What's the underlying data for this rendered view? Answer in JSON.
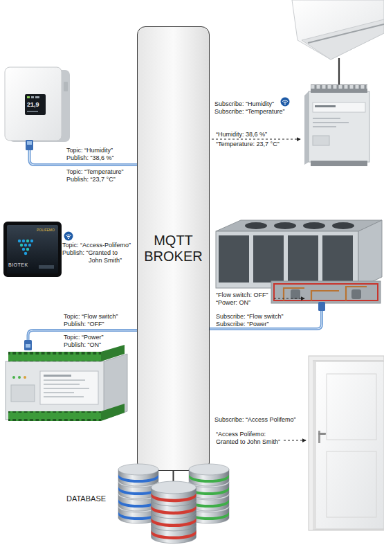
{
  "diagram": {
    "nodes": [
      {
        "text": [
          "MQTT BROKER"
        ]
      },
      {
        "text": [
          "DATABASE"
        ]
      }
    ],
    "edges": [
      {
        "from": 0,
        "to": 1,
        "arrow": "none"
      }
    ],
    "labels": [
      "21,9",
      "Topic: “Humidity”",
      "Publish: “38,6 %”",
      "Topic: “Temperature”",
      "Publish: “23,7 °C”",
      "POLIFEMO",
      "BIOTEK",
      "Topic: “Access-Polifemo”",
      "Publish: “Granted to John Smith”",
      "Topic: “Flow switch”",
      "Publish: “OFF”",
      "Topic: “Power”",
      "Publish: “ON”",
      "Subscribe: “Humidity”",
      "Subscribe: “Temperature”",
      "“Humidity: 38,6 %”",
      "“Temperature: 23,7 °C”",
      "“Flow switch: OFF”",
      "“Power: ON”",
      "Subscribe: “Flow switch”",
      "Subscribe: “Power”",
      "Subscribe: “Access Polifemo”",
      "“Access Polifemo: Granted to John Smith”"
    ]
  }
}
